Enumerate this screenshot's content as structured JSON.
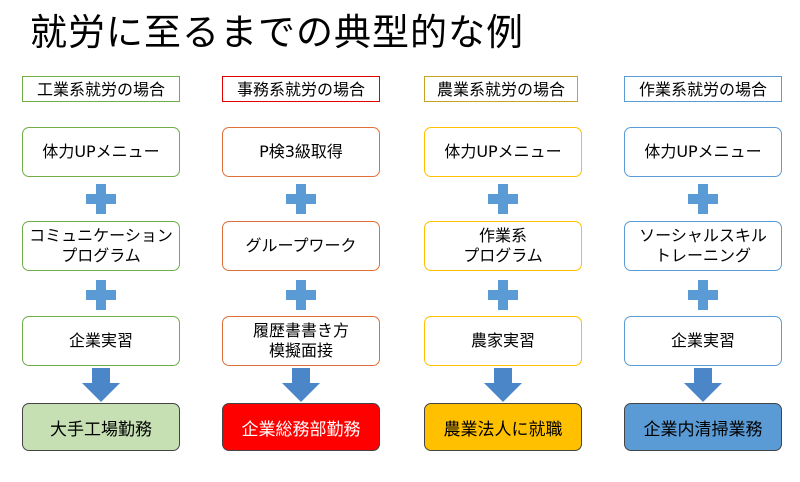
{
  "title": "就労に至るまでの典型的な例",
  "colors": {
    "plus": "#5B9BD5",
    "arrow": "#4A86C8"
  },
  "columns": [
    {
      "header": "工業系就労の場合",
      "steps": [
        "体力UPメニュー",
        "コミュニケーション\nプログラム",
        "企業実習"
      ],
      "result": "大手工場勤務",
      "border_color": "#70AD47",
      "result_fill": "#C6E0B4",
      "result_text_color": "#000000"
    },
    {
      "header": "事務系就労の場合",
      "steps": [
        "P検3級取得",
        "グループワーク",
        "履歴書書き方\n模擬面接"
      ],
      "result": "企業総務部勤務",
      "border_color": "#E0703A",
      "result_fill": "#FF0000",
      "result_text_color": "#FFFFFF"
    },
    {
      "header": "農業系就労の場合",
      "steps": [
        "体力UPメニュー",
        "作業系\nプログラム",
        "農家実習"
      ],
      "result": "農業法人に就職",
      "border_color": "#FFC000",
      "result_fill": "#FFC000",
      "result_text_color": "#000000"
    },
    {
      "header": "作業系就労の場合",
      "steps": [
        "体力UPメニュー",
        "ソーシャルスキル\nトレーニング",
        "企業実習"
      ],
      "result": "企業内清掃業務",
      "border_color": "#5B9BD5",
      "result_fill": "#5B9BD5",
      "result_text_color": "#000000"
    }
  ]
}
